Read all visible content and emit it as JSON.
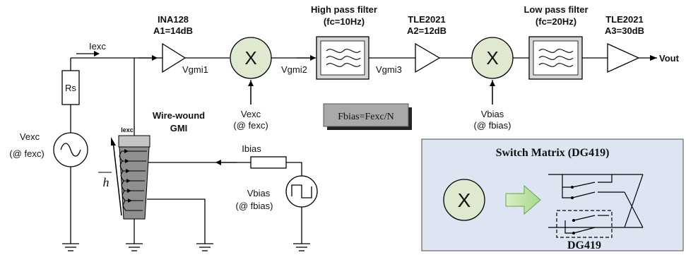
{
  "labels": {
    "iexc": "Iexc",
    "rs": "Rs",
    "vexc_src_1": "Vexc",
    "vexc_src_2": "(@ fexc)",
    "ina_1": "INA128",
    "ina_2": "A1=14dB",
    "vgmi1": "Vgmi1",
    "vgmi2": "Vgmi2",
    "vexc_mix_1": "Vexc",
    "vexc_mix_2": "(@ fexc)",
    "hpf_1": "High pass filter",
    "hpf_2": "(fc=10Hz)",
    "vgmi3": "Vgmi3",
    "tle_a2_1": "TLE2021",
    "tle_a2_2": "A2=12dB",
    "vbias_mix_1": "Vbias",
    "vbias_mix_2": "(@ fbias)",
    "lpf_1": "Low pass filter",
    "lpf_2": "(fc=20Hz)",
    "tle_a3_1": "TLE2021",
    "tle_a3_2": "A3=30dB",
    "vout": "Vout",
    "fbias": "Fbias=Fexc/N",
    "gmi_1": "Wire-wound",
    "gmi_2": "GMI",
    "iexc_small": "Iexc",
    "ibias": "Ibias",
    "vbias_src_1": "Vbias",
    "vbias_src_2": "(@ fbias)",
    "h_field": "h",
    "mixer_symbol": "X",
    "switch_title": "Switch Matrix (DG419)",
    "dg419": "DG419"
  }
}
